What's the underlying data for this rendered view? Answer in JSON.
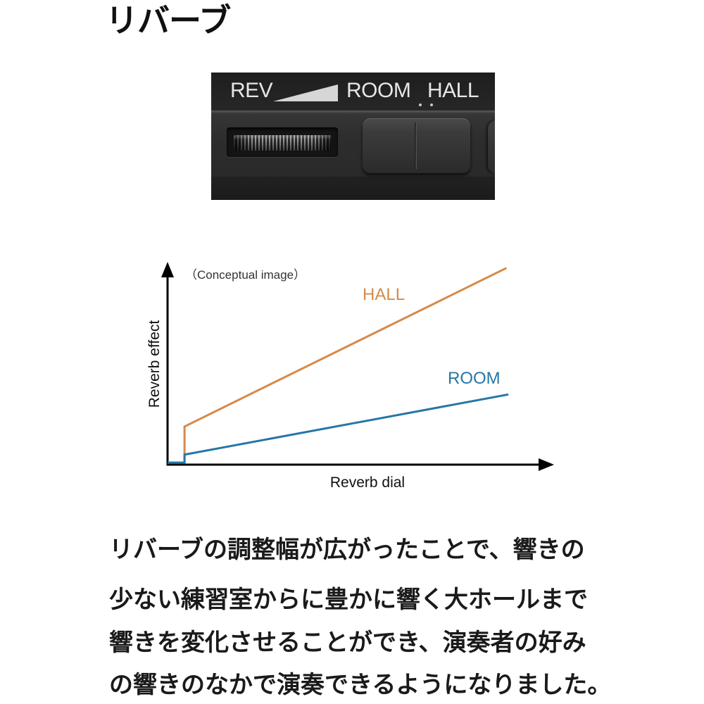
{
  "title": "リバーブ",
  "product_photo": {
    "labels": {
      "rev": "REV",
      "room": "ROOM",
      "hall": "HALL"
    }
  },
  "chart_data": {
    "type": "line",
    "annotation": "（Conceptual image）",
    "xlabel": "Reverb dial",
    "ylabel": "Reverb effect",
    "xlim": [
      0,
      100
    ],
    "ylim": [
      0,
      100
    ],
    "grid": false,
    "series": [
      {
        "name": "HALL",
        "color": "#d68a48",
        "x": [
          0,
          4.4,
          4.4,
          88
        ],
        "y": [
          1,
          1,
          19,
          98
        ]
      },
      {
        "name": "ROOM",
        "color": "#2676a6",
        "x": [
          0,
          4.4,
          4.4,
          88.5
        ],
        "y": [
          1,
          1,
          5,
          35
        ]
      }
    ]
  },
  "description": {
    "lines": [
      "リバーブの調整幅が広がったことで、響きの",
      "少ない練習室からに豊かに響く大ホールまで",
      "響きを変化させることができ、演奏者の好み",
      "の響きのなかで演奏できるようになりました。"
    ]
  }
}
